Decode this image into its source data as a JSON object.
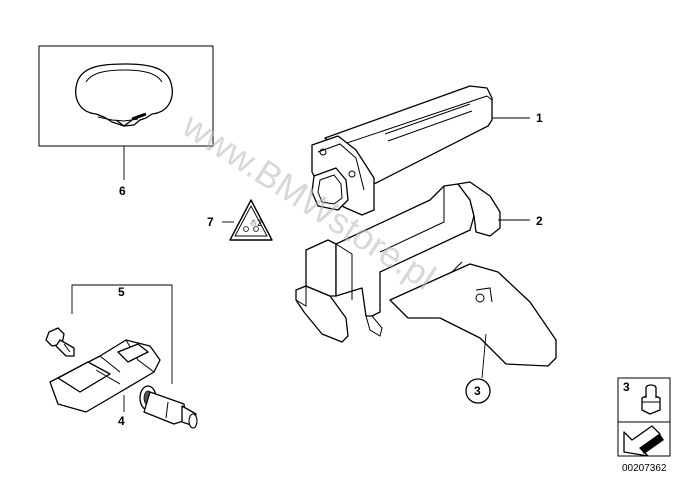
{
  "diagram": {
    "callouts": {
      "c1": "1",
      "c2": "2",
      "c3": "3",
      "c4": "4",
      "c5": "5",
      "c6": "6",
      "c7": "7"
    },
    "legend_number": "3",
    "reference_number": "00207362",
    "watermark": "www.BMWstore.pl",
    "warning_symbol_text": "☃2"
  },
  "colors": {
    "ink": "#000000",
    "background": "#ffffff",
    "watermark": "#b8b8b8",
    "part_shade": "#555555"
  }
}
